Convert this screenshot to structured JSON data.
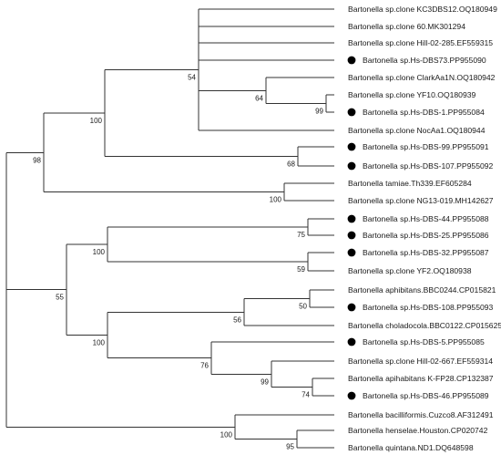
{
  "tree": {
    "clades": [
      {
        "name": "n_root",
        "parent": null,
        "depth": 0
      },
      {
        "name": "n98",
        "parent": "n_root",
        "depth": 1,
        "support": "98"
      },
      {
        "name": "n100a",
        "parent": "n98",
        "depth": 2,
        "support": "100"
      },
      {
        "name": "n54",
        "parent": "n100a",
        "depth": 3,
        "support": "54"
      },
      {
        "name": "n64",
        "parent": "n54",
        "depth": 4,
        "support": "64"
      },
      {
        "name": "n99a",
        "parent": "n64",
        "depth": 5,
        "support": "99"
      },
      {
        "name": "n68",
        "parent": "n100a",
        "depth": 4,
        "support": "68"
      },
      {
        "name": "n100b",
        "parent": "n98",
        "depth": 4,
        "support": "100"
      },
      {
        "name": "n55",
        "parent": "n_root",
        "depth": 1.5,
        "support": "55"
      },
      {
        "name": "n100c",
        "parent": "n55",
        "depth": 2,
        "support": "100"
      },
      {
        "name": "n75",
        "parent": "n100c",
        "depth": 3,
        "support": "75"
      },
      {
        "name": "n59",
        "parent": "n100c",
        "depth": 3,
        "support": "59"
      },
      {
        "name": "n100d",
        "parent": "n55",
        "depth": 2,
        "support": "100"
      },
      {
        "name": "n56",
        "parent": "n100d",
        "depth": 3,
        "support": "56"
      },
      {
        "name": "n50",
        "parent": "n56",
        "depth": 4,
        "support": "50"
      },
      {
        "name": "n76",
        "parent": "n100d",
        "depth": 3,
        "support": "76"
      },
      {
        "name": "n99b",
        "parent": "n76",
        "depth": 4,
        "support": "99"
      },
      {
        "name": "n74",
        "parent": "n99b",
        "depth": 5,
        "support": "74"
      },
      {
        "name": "n100e",
        "parent": "n_root",
        "depth": 3,
        "support": "100"
      },
      {
        "name": "n95",
        "parent": "n100e",
        "depth": 4,
        "support": "95"
      }
    ],
    "leaves": [
      {
        "label": "Bartonella sp.clone KC3DBS12.OQ180949",
        "parent": "n54",
        "marked": false
      },
      {
        "label": "Bartonella sp.clone 60.MK301294",
        "parent": "n54",
        "marked": false
      },
      {
        "label": "Bartonella sp.clone Hill-02-285.EF559315",
        "parent": "n54",
        "marked": false
      },
      {
        "label": "Bartonella sp.Hs-DBS73.PP955090",
        "parent": "n54",
        "marked": true
      },
      {
        "label": "Bartonella sp.clone ClarkAa1N.OQ180942",
        "parent": "n64",
        "marked": false
      },
      {
        "label": "Bartonella sp.clone YF10.OQ180939",
        "parent": "n99a",
        "marked": false
      },
      {
        "label": "Bartonella sp.Hs-DBS-1.PP955084",
        "parent": "n99a",
        "marked": true
      },
      {
        "label": "Bartonella sp.clone NocAa1.OQ180944",
        "parent": "n54",
        "marked": false
      },
      {
        "label": "Bartonella sp.Hs-DBS-99.PP955091",
        "parent": "n68",
        "marked": true
      },
      {
        "label": "Bartonella sp.Hs-DBS-107.PP955092",
        "parent": "n68",
        "marked": true
      },
      {
        "label": "Bartonella tamiae.Th339.EF605284",
        "parent": "n100b",
        "marked": false
      },
      {
        "label": "Bartonella sp.clone NG13-019.MH142627",
        "parent": "n100b",
        "marked": false
      },
      {
        "label": "Bartonella sp.Hs-DBS-44.PP955088",
        "parent": "n75",
        "marked": true
      },
      {
        "label": "Bartonella sp.Hs-DBS-25.PP955086",
        "parent": "n75",
        "marked": true
      },
      {
        "label": "Bartonella sp.Hs-DBS-32.PP955087",
        "parent": "n59",
        "marked": true
      },
      {
        "label": "Bartonella sp.clone YF2.OQ180938",
        "parent": "n59",
        "marked": false
      },
      {
        "label": "Bartonella aphibitans.BBC0244.CP015821",
        "parent": "n50",
        "marked": false
      },
      {
        "label": "Bartonella sp.Hs-DBS-108.PP955093",
        "parent": "n50",
        "marked": true
      },
      {
        "label": "Bartonella choladocola.BBC0122.CP015625",
        "parent": "n56",
        "marked": false
      },
      {
        "label": "Bartonella sp.Hs-DBS-5.PP955085",
        "parent": "n76",
        "marked": true
      },
      {
        "label": "Bartonella sp.clone Hill-02-667.EF559314",
        "parent": "n99b",
        "marked": false
      },
      {
        "label": "Bartonella apihabitans K-FP28.CP132387",
        "parent": "n74",
        "marked": false
      },
      {
        "label": "Bartonella sp.Hs-DBS-46.PP955089",
        "parent": "n74",
        "marked": true
      },
      {
        "label": "Bartonella bacilliformis.Cuzco8.AF312491",
        "parent": "n100e",
        "marked": false
      },
      {
        "label": "Bartonella henselae.Houston.CP020742",
        "parent": "n95",
        "marked": false
      },
      {
        "label": "Bartonella quintana.ND1.DQ648598",
        "parent": "n95",
        "marked": false
      }
    ],
    "colors": {
      "branch": "#333333",
      "text": "#1a1a1a",
      "marker": "#000000"
    }
  }
}
